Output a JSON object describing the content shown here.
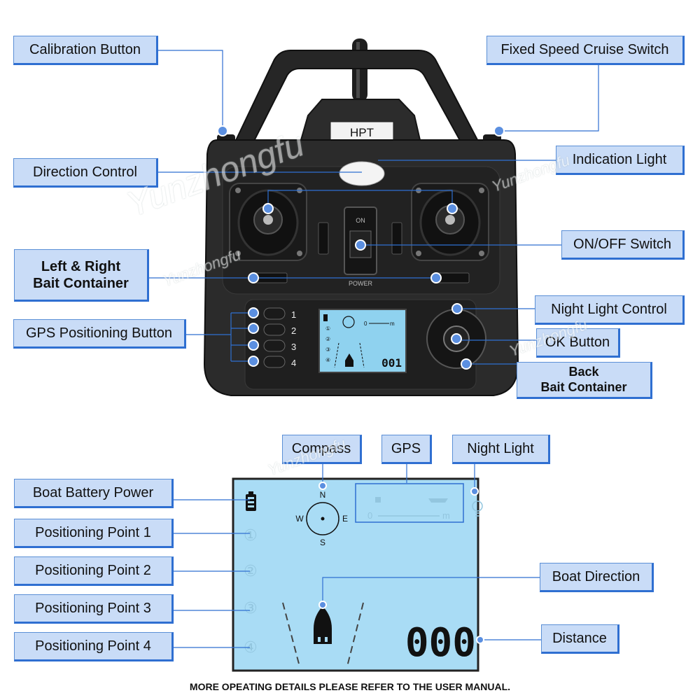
{
  "callouts": {
    "calibration_button": "Calibration Button",
    "fixed_speed_cruise_switch": "Fixed Speed Cruise Switch",
    "direction_control": "Direction Control",
    "indication_light": "Indication Light",
    "on_off_switch": "ON/OFF Switch",
    "left_right_bait_line1": "Left & Right",
    "left_right_bait_line2": "Bait Container",
    "night_light_control": "Night Light Control",
    "gps_positioning_button": "GPS Positioning Button",
    "ok_button": "OK Button",
    "back_bait_line1": "Back",
    "back_bait_line2": "Bait Container",
    "compass": "Compass",
    "gps": "GPS",
    "night_light": "Night Light",
    "boat_battery_power": "Boat Battery Power",
    "positioning_point_1": "Positioning Point 1",
    "positioning_point_2": "Positioning Point 2",
    "positioning_point_3": "Positioning Point 3",
    "positioning_point_4": "Positioning Point 4",
    "boat_direction": "Boat Direction",
    "distance": "Distance"
  },
  "controller": {
    "brand": "HPT",
    "on_label": "ON",
    "power_label": "POWER",
    "buttons": [
      "1",
      "2",
      "3",
      "4"
    ],
    "small_screen_distance": "001",
    "small_screen_points": [
      "①",
      "②",
      "③",
      "④"
    ],
    "small_screen_scale": "0",
    "small_screen_unit": "m"
  },
  "lcd": {
    "compass_n": "N",
    "compass_s": "S",
    "compass_e": "E",
    "compass_w": "W",
    "distance_digits": "000",
    "point_marks": [
      "①",
      "②",
      "③",
      "④"
    ],
    "gps_scale_zero": "0",
    "gps_scale_unit": "m"
  },
  "footer": "MORE OPEATING DETAILS PLEASE REFER TO THE USER MANUAL.",
  "watermark": "Yunzhongfu",
  "colors": {
    "callout_fill": "#c9dcf7",
    "callout_border": "#2f6fd1",
    "leader_line": "#2f6fd1",
    "lcd_background": "#a9dcf5",
    "controller_body": "#2b2b2b"
  }
}
